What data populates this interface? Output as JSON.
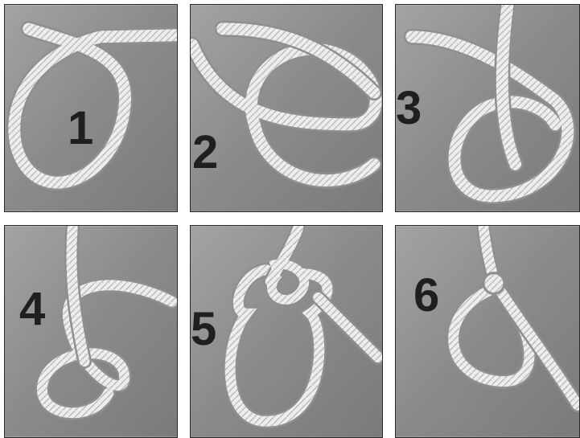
{
  "panels": [
    {
      "step": "1"
    },
    {
      "step": "2"
    },
    {
      "step": "3"
    },
    {
      "step": "4"
    },
    {
      "step": "5"
    },
    {
      "step": "6"
    }
  ],
  "colors": {
    "wood": "#8e8e8e",
    "rope": "#e9e9e9",
    "rope_shadow": "#9a9a9a",
    "numeral": "#1f1f1f"
  }
}
